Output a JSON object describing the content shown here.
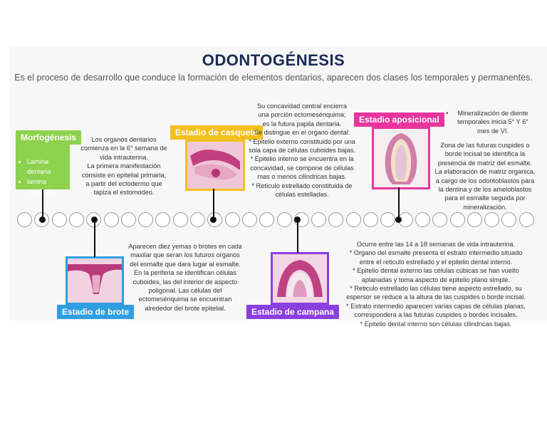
{
  "header": {
    "title": "ODONTOGÉNESIS",
    "subtitle": "Es el proceso de desarrollo que conduce la formación de elementos dentarios, aparecen dos clases los temporales y permanentes."
  },
  "morfogenesis": {
    "label": "Morfogénesis",
    "items": [
      "Lamina dentaria",
      "lamina vestibular"
    ],
    "text": [
      "Los organos dentarios",
      "comienza en la 6° semana de",
      "vida intrauterina.",
      "La primera manifestación",
      "consiste en epitelial primaria,",
      "a partir del ectodermo que",
      "tapiza el estomodeo."
    ],
    "color": "#8cd24e"
  },
  "casquete": {
    "label": "Estadio de casquete",
    "text": [
      "Su concavidad central encierra",
      "una porción ectomesénquima;",
      "es la futura papila dentaria.",
      "Se distingue en el organo dental:",
      "* Epitelio externo constituido por una",
      "sola capa de células cuboides bajas.",
      "* Epitelio interno se encuentra en la",
      "concavidad, se compone de células",
      "mas o menos cilindricas bajas.",
      "* Reticulo estrellado constituida de",
      "células estelladas."
    ],
    "color": "#f2c01e"
  },
  "aposicional": {
    "label": "Estadio aposicional",
    "bullet": [
      "Mineralización de diente",
      "temporales inicia 5° Y 6°",
      "mes de VI."
    ],
    "text": [
      "Zona de las futuras cuspides o",
      "borde incisal se identifica la",
      "presencia de matriz del esmalte.",
      "La elaboración de matriz organica,",
      "a cargo de los odontoblastos para",
      "la dentina y de los ameloblastos",
      "para el esmalte seguida por",
      "mineralización."
    ],
    "color": "#e8359e"
  },
  "brote": {
    "label": "Estadio de brote",
    "text": [
      "Aparecen diez yemas o brotes en cada",
      "maxilar que seran los futuros organos",
      "del esmalte que dara lugar al esmalte.",
      "En la periferia se identifican células",
      "cuboides, las del interior de aspecto",
      "poligonal. Las células del",
      "ectomesénquima se encuentran",
      "alrededor del brote epitelial."
    ],
    "color": "#2f9ee0"
  },
  "campana": {
    "label": "Estadio de campana",
    "text": [
      "Ocurre entre las 14 a 18 semanas de vida intrauterina.",
      "* Organo del esmalte presenta el estrato intermedio situado",
      "entre el reticulo estrellado y el epitelio dental interno.",
      "* Epitelio dental externo las células cúbicas se han vuelto",
      "aplanadas y toma aspecto de epitelio plano simple.",
      "* Reticulo estrellado las células tiene aspecto estrellado, su",
      "espersor se reduce a la altura de las cuspides o borde incisal.",
      "* Estrato intermedio aparecen varias capas de células planas,",
      "correspondera a las futuras cuspides o bordes incisales.",
      "* Epitelio dental interno son células cilindricas bajas."
    ],
    "color": "#8a3fe0"
  }
}
